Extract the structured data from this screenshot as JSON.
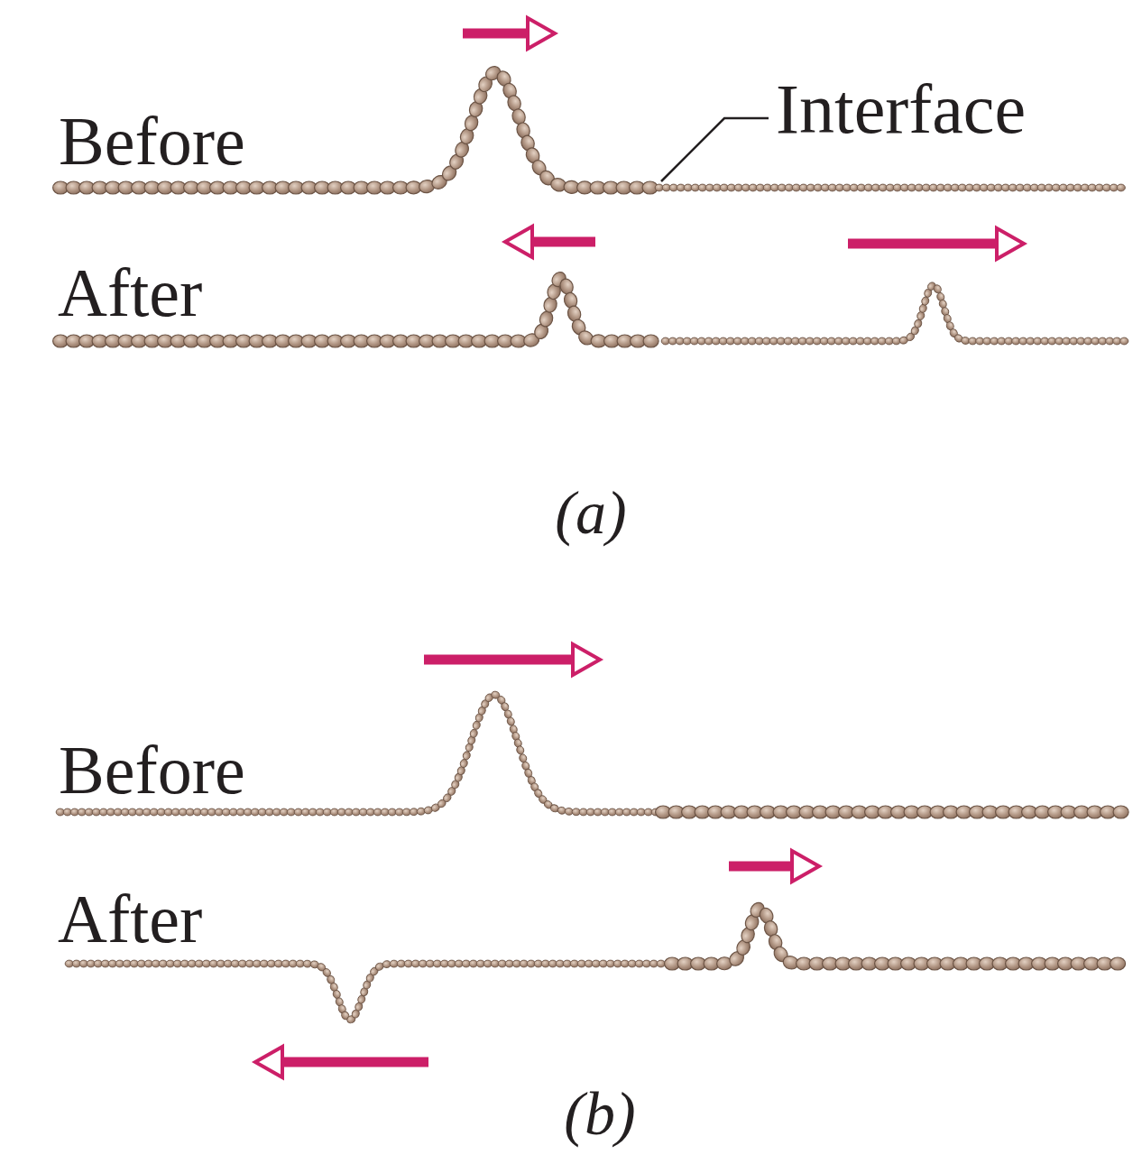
{
  "diagram": {
    "labels": [
      "Before",
      "Interface",
      "After",
      "(a)",
      "Before",
      "After",
      "(b)"
    ]
  }
}
